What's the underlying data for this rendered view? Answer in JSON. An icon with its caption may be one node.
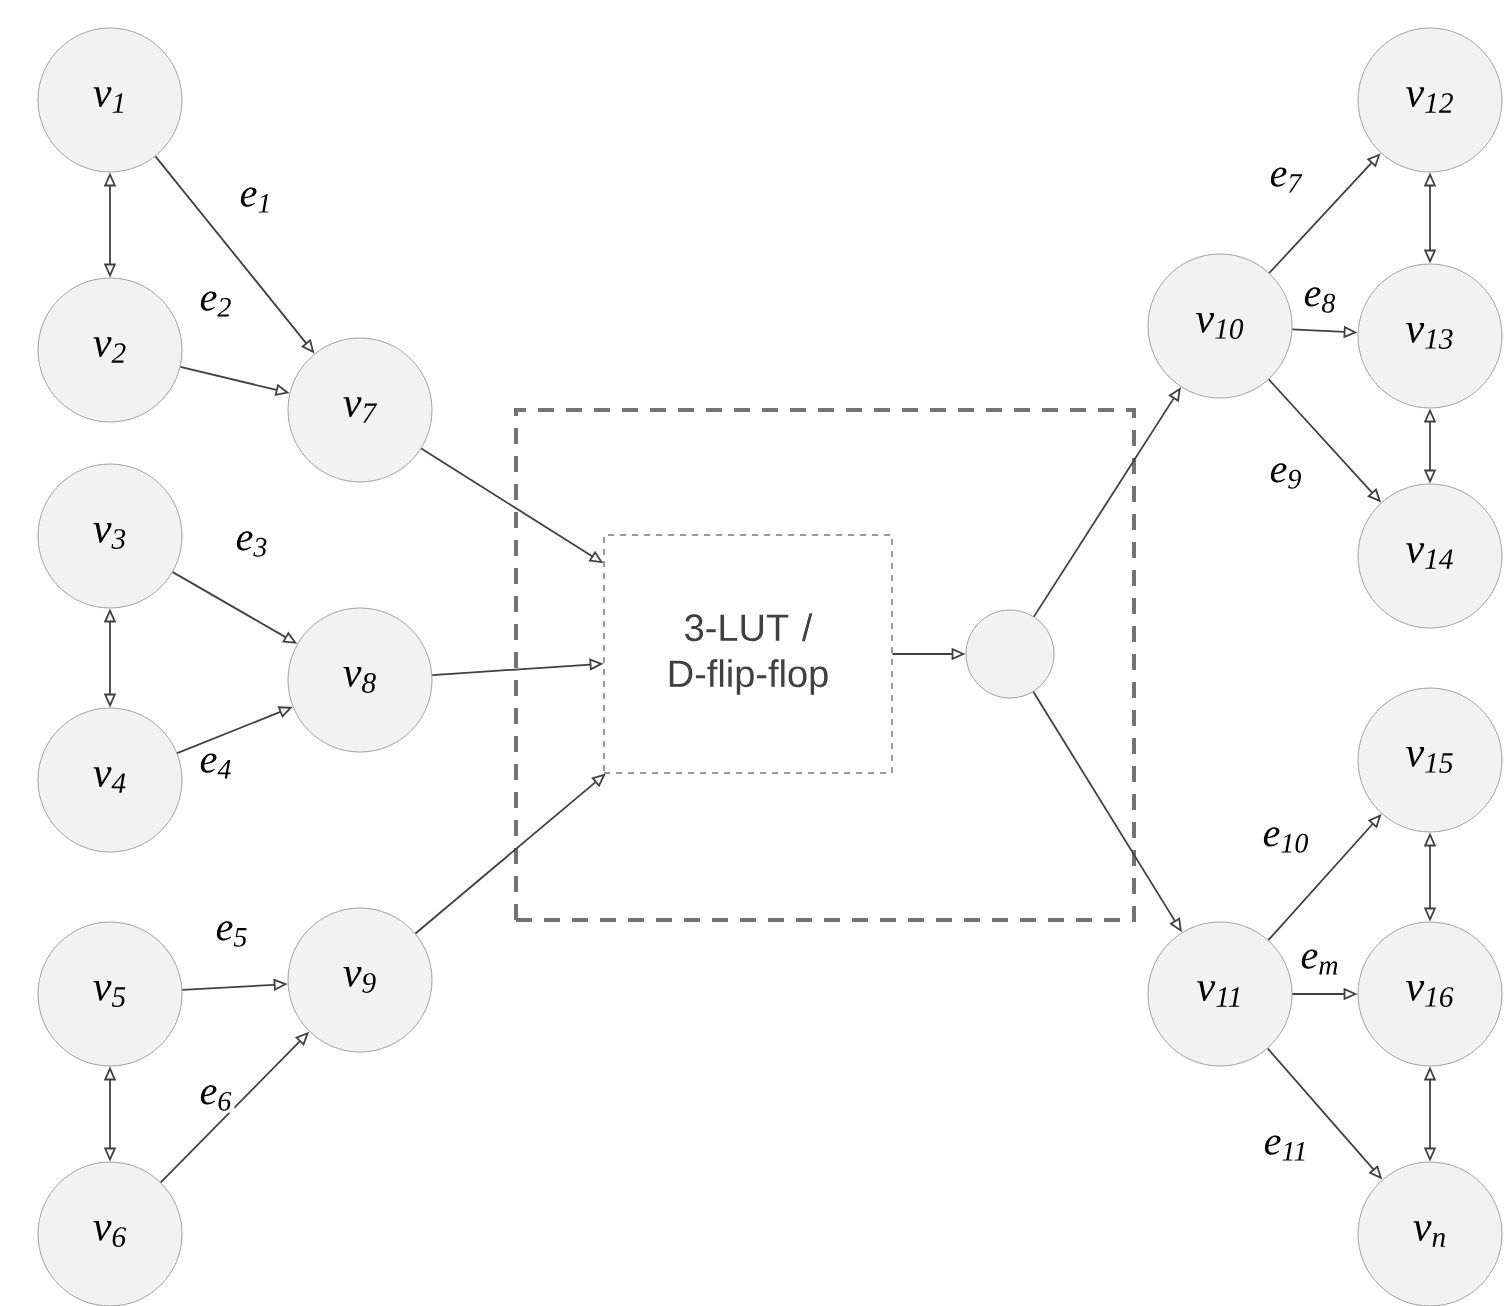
{
  "diagram": {
    "nodes": [
      {
        "text": [
          "v$_{1}$"
        ]
      },
      {
        "text": [
          "v$_{2}$"
        ]
      },
      {
        "text": [
          "v$_{3}$"
        ]
      },
      {
        "text": [
          "v$_{4}$"
        ]
      },
      {
        "text": [
          "v$_{5}$"
        ]
      },
      {
        "text": [
          "v$_{6}$"
        ]
      },
      {
        "text": [
          "v$_{7}$"
        ]
      },
      {
        "text": [
          "v$_{8}$"
        ]
      },
      {
        "text": [
          "v$_{9}$"
        ]
      },
      {
        "text": [],
        "shape": "box"
      },
      {
        "text": [
          "3-LUT / D-flip-flop"
        ],
        "in": 9
      },
      {
        "text": [],
        "shape": "circle",
        "in": 9
      },
      {
        "text": [
          "v$_{10}$"
        ]
      },
      {
        "text": [
          "v$_{11}$"
        ]
      },
      {
        "text": [
          "v$_{12}$"
        ]
      },
      {
        "text": [
          "v$_{13}$"
        ]
      },
      {
        "text": [
          "v$_{14}$"
        ]
      },
      {
        "text": [
          "v$_{15}$"
        ]
      },
      {
        "text": [
          "v$_{16}$"
        ]
      },
      {
        "text": [
          "v$_{n}$"
        ]
      }
    ],
    "edges": [
      {
        "from": 0,
        "to": 1,
        "arrow": "both"
      },
      {
        "from": 0,
        "to": 6,
        "arrow": "to",
        "label": "e$_{1}$"
      },
      {
        "from": 1,
        "to": 6,
        "arrow": "to",
        "label": "e$_{2}$"
      },
      {
        "from": 2,
        "to": 3,
        "arrow": "both"
      },
      {
        "from": 2,
        "to": 7,
        "arrow": "to",
        "label": "e$_{3}$"
      },
      {
        "from": 3,
        "to": 7,
        "arrow": "to",
        "label": "e$_{4}$"
      },
      {
        "from": 4,
        "to": 5,
        "arrow": "both"
      },
      {
        "from": 4,
        "to": 8,
        "arrow": "to",
        "label": "e$_{5}$"
      },
      {
        "from": 5,
        "to": 8,
        "arrow": "to",
        "label": "e$_{6}$"
      },
      {
        "from": 6,
        "to": 10,
        "arrow": "to"
      },
      {
        "from": 7,
        "to": 10,
        "arrow": "to"
      },
      {
        "from": 8,
        "to": 10,
        "arrow": "to"
      },
      {
        "from": 10,
        "to": 11,
        "arrow": "to"
      },
      {
        "from": 11,
        "to": 12,
        "arrow": "to"
      },
      {
        "from": 11,
        "to": 13,
        "arrow": "to"
      },
      {
        "from": 12,
        "to": 14,
        "arrow": "to",
        "label": "e$_{7}$"
      },
      {
        "from": 12,
        "to": 15,
        "arrow": "to",
        "label": "e$_{8}$"
      },
      {
        "from": 12,
        "to": 16,
        "arrow": "to",
        "label": "e$_{9}$"
      },
      {
        "from": 14,
        "to": 15,
        "arrow": "both"
      },
      {
        "from": 15,
        "to": 16,
        "arrow": "both"
      },
      {
        "from": 13,
        "to": 17,
        "arrow": "to",
        "label": "e$_{10}$"
      },
      {
        "from": 13,
        "to": 18,
        "arrow": "to",
        "label": "e$_{m}$"
      },
      {
        "from": 13,
        "to": 19,
        "arrow": "to",
        "label": "e$_{11}$"
      },
      {
        "from": 17,
        "to": 18,
        "arrow": "both"
      },
      {
        "from": 18,
        "to": 19,
        "arrow": "both"
      }
    ]
  }
}
